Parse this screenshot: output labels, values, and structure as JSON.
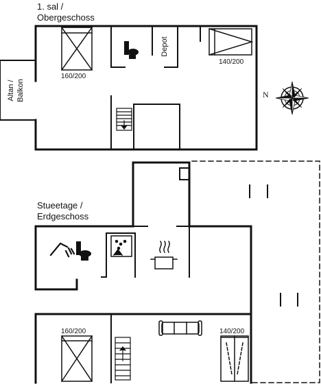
{
  "floors": {
    "upper": {
      "title_line1": "1. sal /",
      "title_line2": "Obergeschoss",
      "bed_left": "160/200",
      "bed_right": "140/200",
      "depot": "Depot",
      "balcony_line1": "Altan /",
      "balcony_line2": "Balkon"
    },
    "ground": {
      "title_line1": "Stueetage /",
      "title_line2": "Erdgeschoss",
      "bed_left": "160/200",
      "bed_right": "140/200"
    }
  },
  "compass": {
    "north_label": "N"
  },
  "icons": [
    "toilet-icon",
    "shower-icon",
    "washer-icon",
    "cooking-pot-icon",
    "sofa-icon",
    "stairs-icon",
    "compass-rose-icon"
  ],
  "colors": {
    "walls": "#111111",
    "background": "#ffffff"
  }
}
